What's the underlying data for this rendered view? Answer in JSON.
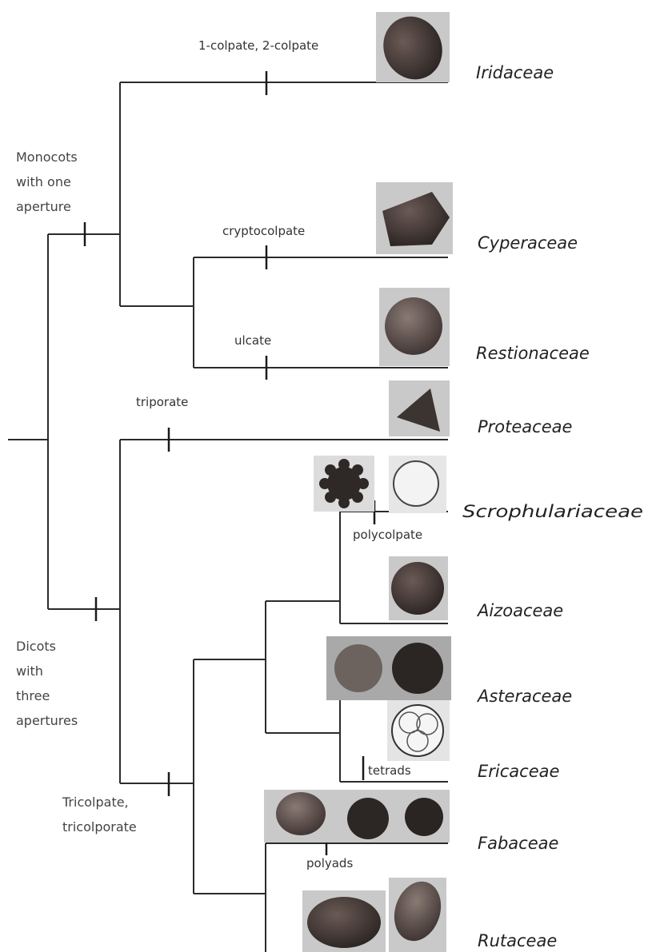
{
  "taxa": {
    "iridaceae": "Iridaceae",
    "cyperaceae": "Cyperaceae",
    "restionaceae": "Restionaceae",
    "proteaceae": "Proteaceae",
    "scrophulariaceae": "Scrophulariaceae",
    "aizoaceae": "Aizoaceae",
    "asteraceae": "Asteraceae",
    "ericaceae": "Ericaceae",
    "fabaceae": "Fabaceae",
    "rutaceae": "Rutaceae"
  },
  "characters": {
    "colpate": "1-colpate, 2-colpate",
    "cryptocolpate": "cryptocolpate",
    "ulcate": "ulcate",
    "triporate": "triporate",
    "polycolpate": "polycolpate",
    "tetrads": "tetrads",
    "polyads": "polyads"
  },
  "groups": {
    "monocots": [
      "Monocots",
      "with one",
      "aperture"
    ],
    "dicots": [
      "Dicots",
      "with",
      "three",
      "apertures"
    ],
    "tricolpate": [
      "Tricolpate,",
      "tricolporate"
    ]
  },
  "colors": {
    "pollen_dark": "#3a3533",
    "pollen_mid": "#5a4a44",
    "tile_bg": "#c9c9c9"
  }
}
